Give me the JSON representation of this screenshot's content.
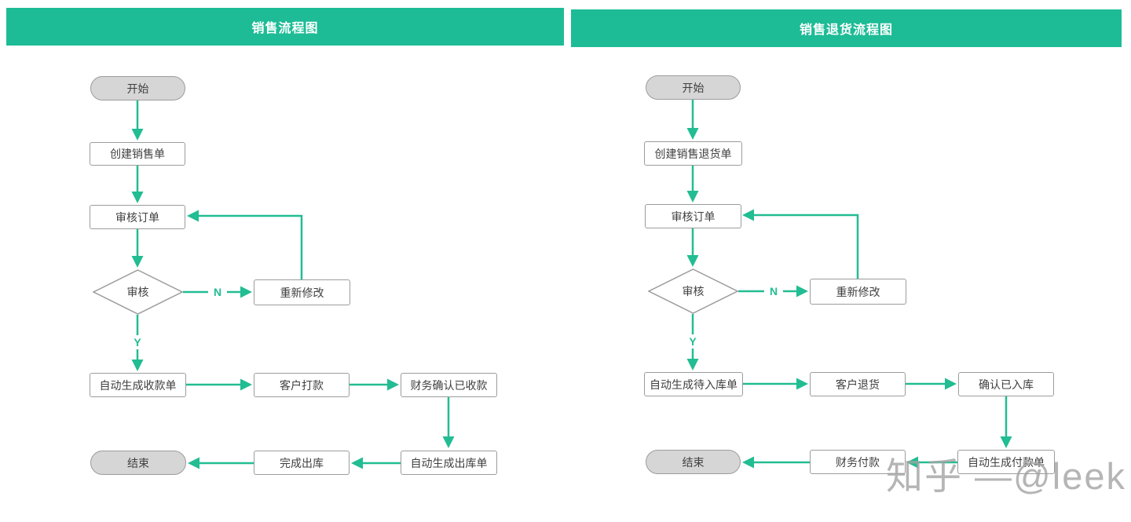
{
  "colors": {
    "header_bg": "#1dbc96",
    "arrow": "#22bd92",
    "node_border": "#9c9c9c",
    "terminal_fill": "#d6d6d6",
    "node_text": "#404040",
    "watermark": "#a3a3a3"
  },
  "panels": [
    {
      "title": "销售流程图",
      "nodes": {
        "start": "开始",
        "create_order": "创建销售单",
        "review_order": "审核订单",
        "review_decision": "审核",
        "remodify": "重新修改",
        "auto_receipt": "自动生成收款单",
        "customer_payment": "客户打款",
        "finance_confirm": "财务确认已收款",
        "auto_outbound": "自动生成出库单",
        "complete_outbound": "完成出库",
        "end": "结束",
        "no_label": "N",
        "yes_label": "Y"
      }
    },
    {
      "title": "销售退货流程图",
      "nodes": {
        "start": "开始",
        "create_return": "创建销售退货单",
        "review_order": "审核订单",
        "review_decision": "审核",
        "remodify": "重新修改",
        "auto_pending_inbound": "自动生成待入库单",
        "customer_return": "客户退货",
        "confirm_inbound": "确认已入库",
        "auto_payment": "自动生成付款单",
        "finance_payment": "财务付款",
        "end": "结束",
        "no_label": "N",
        "yes_label": "Y"
      }
    }
  ],
  "watermark": "知乎 —@leek"
}
